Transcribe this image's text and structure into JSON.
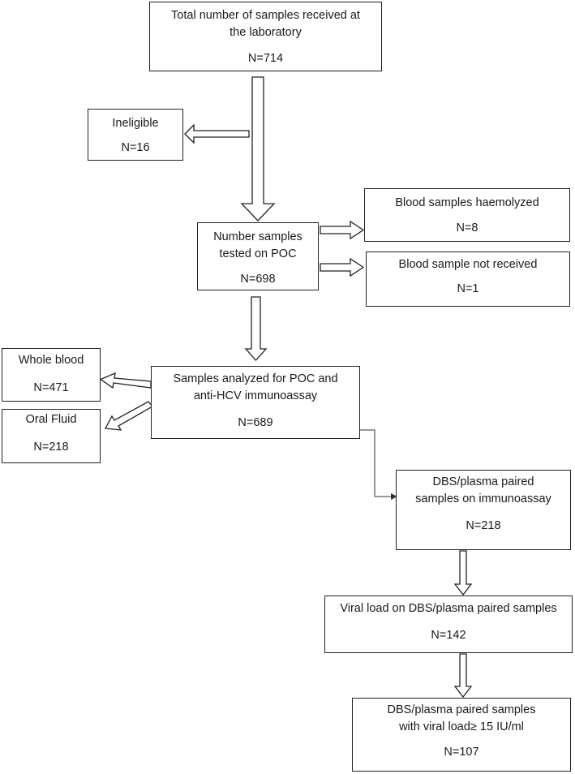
{
  "boxes": {
    "total": {
      "lines": [
        "Total number of samples received at",
        "the laboratory"
      ],
      "n": "N=714"
    },
    "ineligible": {
      "lines": [
        "Ineligible"
      ],
      "n": "N=16"
    },
    "poc": {
      "lines": [
        "Number samples",
        "tested on POC"
      ],
      "n": "N=698"
    },
    "haemolyzed": {
      "lines": [
        "Blood samples haemolyzed"
      ],
      "n": "N=8"
    },
    "not_received": {
      "lines": [
        "Blood sample not received"
      ],
      "n": "N=1"
    },
    "analyzed": {
      "lines": [
        "Samples analyzed for POC and",
        "anti-HCV immunoassay"
      ],
      "n": "N=689"
    },
    "whole_blood": {
      "lines": [
        "Whole blood"
      ],
      "n": "N=471"
    },
    "oral_fluid": {
      "lines": [
        "Oral Fluid"
      ],
      "n": "N=218"
    },
    "dbs_paired": {
      "lines": [
        "DBS/plasma paired",
        "samples on immunoassay"
      ],
      "n": "N=218"
    },
    "viral_load": {
      "lines": [
        "Viral load on DBS/plasma paired samples"
      ],
      "n": "N=142"
    },
    "viral_load_15": {
      "lines": [
        "DBS/plasma paired samples",
        "with viral load≥ 15 IU/ml"
      ],
      "n": "N=107"
    }
  }
}
